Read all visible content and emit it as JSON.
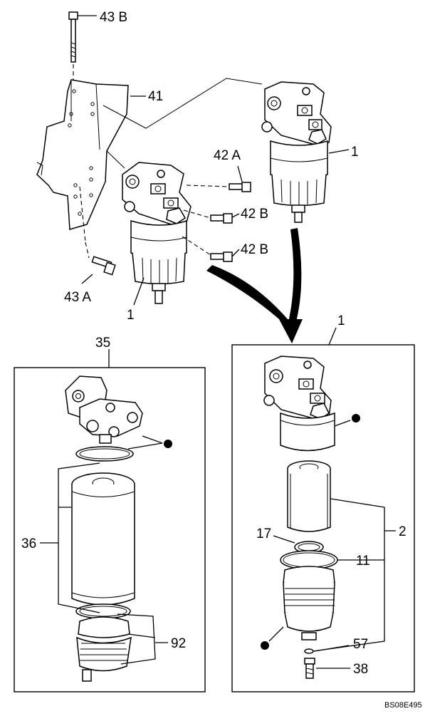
{
  "callouts": {
    "c43b": "43 B",
    "c41": "41",
    "c42a": "42 A",
    "c1_right": "1",
    "c42b_upper": "42 B",
    "c42b_lower": "42 B",
    "c43a": "43 A",
    "c1_left": "1",
    "c1_box": "1",
    "c35": "35",
    "c2": "2",
    "c17": "17",
    "c11": "11",
    "c36": "36",
    "c92": "92",
    "c57": "57",
    "c38": "38"
  },
  "drawing_ref": "BS08E495"
}
